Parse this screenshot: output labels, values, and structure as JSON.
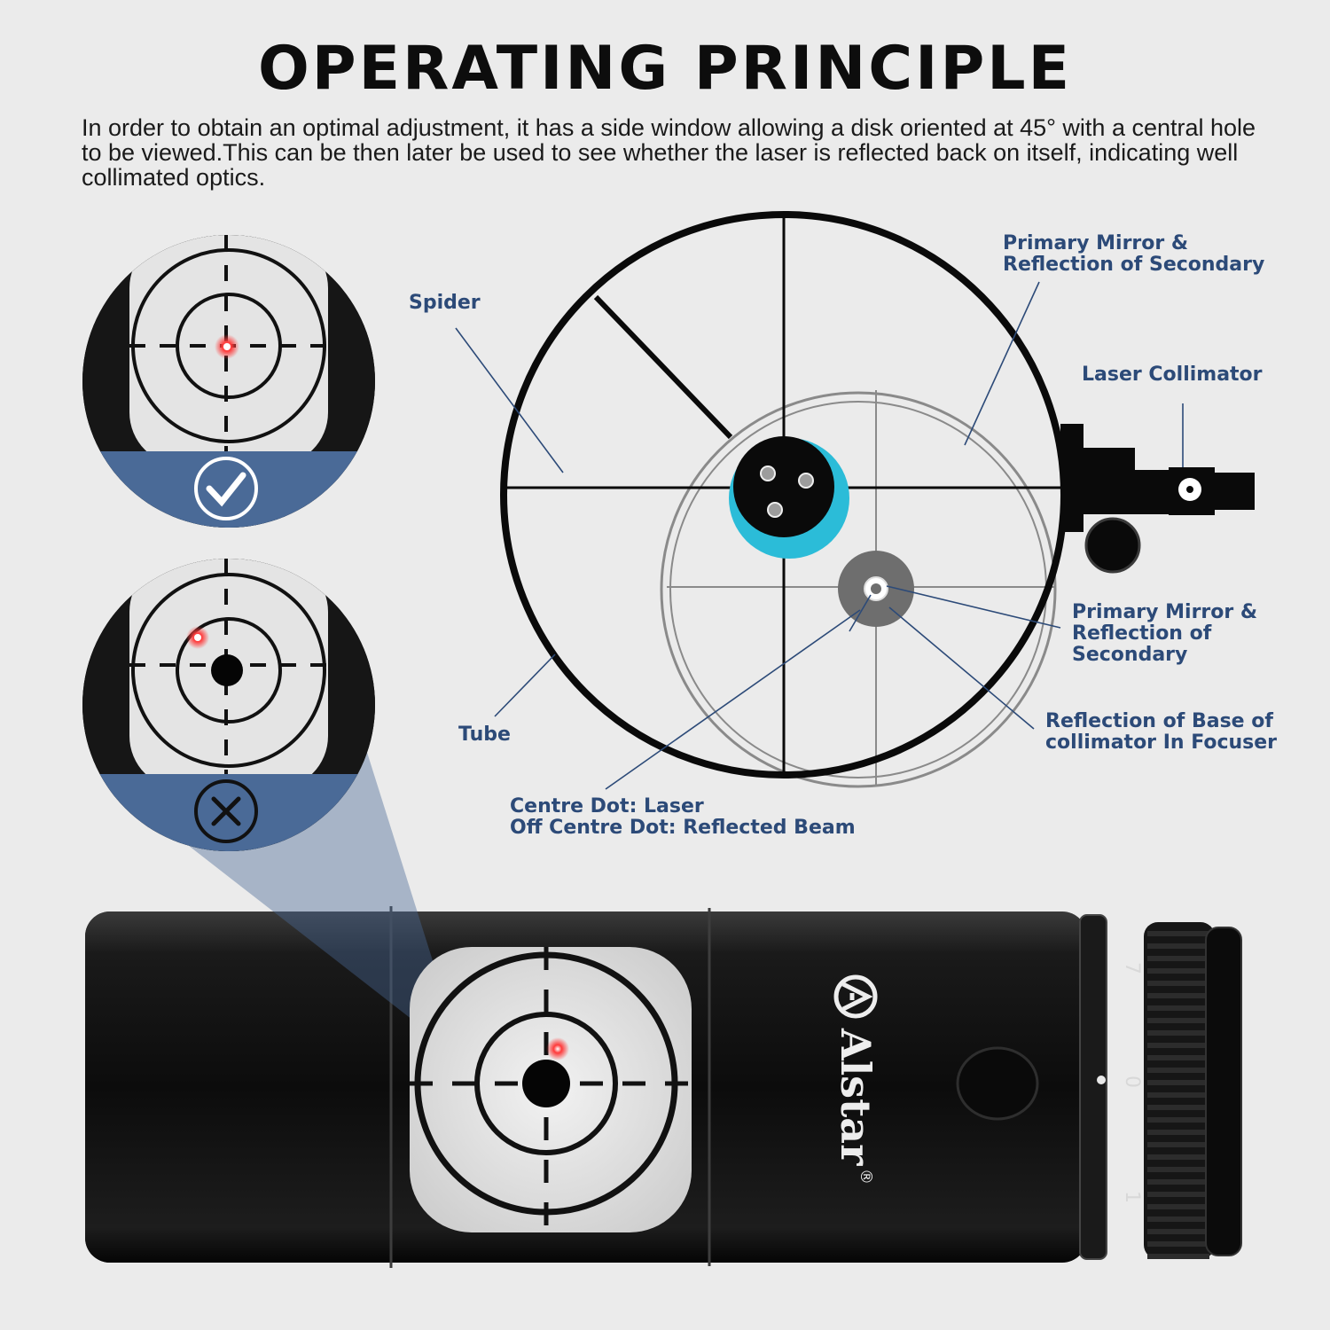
{
  "header": {
    "title": "OPERATING PRINCIPLE",
    "description": "In order to obtain an optimal adjustment, it has a side window allowing a disk oriented at 45° with a central hole to be viewed.This can be then later be used to see whether the laser is reflected back on itself, indicating well collimated optics."
  },
  "diagram": {
    "labels": {
      "spider": "Spider",
      "tube": "Tube",
      "primary_mirror_top": "Primary Mirror &\nReflection of Secondary",
      "laser_collimator": "Laser Collimator",
      "primary_mirror_right": "Primary Mirror &\nReflection of\nSecondary",
      "reflection_base": "Reflection of Base of\ncollimator In Focuser",
      "centre_dot": "Centre Dot: Laser\nOff Centre Dot: Reflected Beam"
    }
  },
  "examples": {
    "correct": {
      "result": "correct",
      "icon": "check-icon"
    },
    "incorrect": {
      "result": "incorrect",
      "icon": "cross-icon"
    }
  },
  "product": {
    "brand": "Alstar",
    "registered_mark": "®",
    "dial_marks": [
      "7",
      "0",
      "1"
    ]
  },
  "colors": {
    "label_text": "#2c4a78",
    "badge_blue": "#4a6a97",
    "secondary_cyan": "#2bbcd8",
    "laser_red": "#ff3030"
  }
}
